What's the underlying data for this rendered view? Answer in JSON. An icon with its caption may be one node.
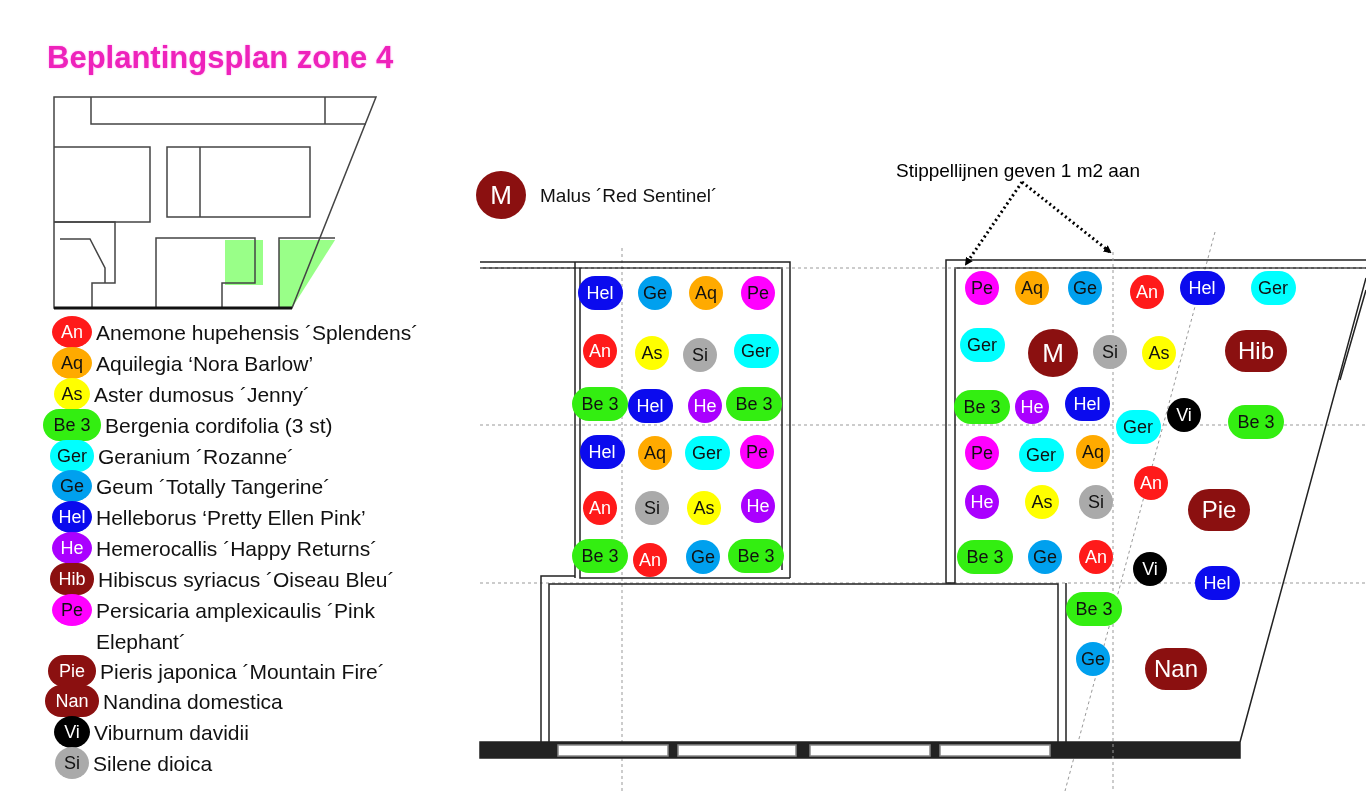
{
  "diagram": {
    "title": "Beplantingsplan zone 4",
    "nodes": [
      {
        "text": [
          "An"
        ],
        "beside": [
          "Anemone hupehensis ´Splendens´"
        ]
      },
      {
        "text": [
          "Aq"
        ],
        "beside": [
          "Aquilegia ‘Nora Barlow’"
        ]
      },
      {
        "text": [
          "As"
        ],
        "beside": [
          "Aster dumosus ´Jenny´"
        ]
      },
      {
        "text": [
          "Be 3"
        ],
        "beside": [
          "Bergenia cordifolia (3 st)"
        ]
      },
      {
        "text": [
          "Ger"
        ],
        "beside": [
          "Geranium ´Rozanne´"
        ]
      },
      {
        "text": [
          "Ge"
        ],
        "beside": [
          "Geum ´Totally Tangerine´"
        ]
      },
      {
        "text": [
          "Hel"
        ],
        "beside": [
          "Helleborus ‘Pretty Ellen Pink’"
        ]
      },
      {
        "text": [
          "He"
        ],
        "beside": [
          "Hemerocallis ´Happy Returns´"
        ]
      },
      {
        "text": [
          "Hib"
        ],
        "beside": [
          "Hibiscus syriacus ´Oiseau Bleu´"
        ]
      },
      {
        "text": [
          "Pe"
        ],
        "beside": [
          "Persicaria amplexicaulis ´Pink Elephant´"
        ]
      },
      {
        "text": [
          "Pie"
        ],
        "beside": [
          "Pieris japonica ´Mountain Fire´"
        ]
      },
      {
        "text": [
          "Nan"
        ],
        "beside": [
          "Nandina domestica"
        ]
      },
      {
        "text": [
          "Vi"
        ],
        "beside": [
          "Viburnum davidii"
        ]
      },
      {
        "text": [
          "Si"
        ],
        "beside": [
          "Silene dioica"
        ]
      },
      {
        "text": [
          "M"
        ],
        "beside": [
          "Malus ´Red Sentinel´"
        ]
      },
      {
        "text": [
          "Stippellijnen geven 1 m2 aan"
        ]
      },
      {
        "text": [
          "Hel"
        ]
      },
      {
        "text": [
          "Ge"
        ]
      },
      {
        "text": [
          "Aq"
        ]
      },
      {
        "text": [
          "Pe"
        ]
      },
      {
        "text": [
          "An"
        ]
      },
      {
        "text": [
          "As"
        ]
      },
      {
        "text": [
          "Si"
        ]
      },
      {
        "text": [
          "Ger"
        ]
      },
      {
        "text": [
          "Be 3"
        ]
      },
      {
        "text": [
          "Hel"
        ]
      },
      {
        "text": [
          "He"
        ]
      },
      {
        "text": [
          "Be 3"
        ]
      },
      {
        "text": [
          "Hel"
        ]
      },
      {
        "text": [
          "Aq"
        ]
      },
      {
        "text": [
          "Ger"
        ]
      },
      {
        "text": [
          "Pe"
        ]
      },
      {
        "text": [
          "An"
        ]
      },
      {
        "text": [
          "Si"
        ]
      },
      {
        "text": [
          "As"
        ]
      },
      {
        "text": [
          "He"
        ]
      },
      {
        "text": [
          "Be 3"
        ]
      },
      {
        "text": [
          "An"
        ]
      },
      {
        "text": [
          "Ge"
        ]
      },
      {
        "text": [
          "Be 3"
        ]
      },
      {
        "text": [
          "Pe"
        ]
      },
      {
        "text": [
          "Aq"
        ]
      },
      {
        "text": [
          "Ge"
        ]
      },
      {
        "text": [
          "An"
        ]
      },
      {
        "text": [
          "Hel"
        ]
      },
      {
        "text": [
          "Ger"
        ]
      },
      {
        "text": [
          "Ger"
        ]
      },
      {
        "text": [
          "M"
        ]
      },
      {
        "text": [
          "Si"
        ]
      },
      {
        "text": [
          "As"
        ]
      },
      {
        "text": [
          "Hib"
        ]
      },
      {
        "text": [
          "Be 3"
        ]
      },
      {
        "text": [
          "He"
        ]
      },
      {
        "text": [
          "Hel"
        ]
      },
      {
        "text": [
          "Ger"
        ]
      },
      {
        "text": [
          "Vi"
        ]
      },
      {
        "text": [
          "Be 3"
        ]
      },
      {
        "text": [
          "Pe"
        ]
      },
      {
        "text": [
          "Ger"
        ]
      },
      {
        "text": [
          "Aq"
        ]
      },
      {
        "text": [
          "An"
        ]
      },
      {
        "text": [
          "Pie"
        ]
      },
      {
        "text": [
          "He"
        ]
      },
      {
        "text": [
          "As"
        ]
      },
      {
        "text": [
          "Si"
        ]
      },
      {
        "text": [
          "Be 3"
        ]
      },
      {
        "text": [
          "Ge"
        ]
      },
      {
        "text": [
          "An"
        ]
      },
      {
        "text": [
          "Vi"
        ]
      },
      {
        "text": [
          "Hel"
        ]
      },
      {
        "text": [
          "Be 3"
        ]
      },
      {
        "text": [
          "Ge"
        ]
      },
      {
        "text": [
          "Nan"
        ]
      },
      {
        "text": [],
        "shape": "line"
      },
      {
        "text": [],
        "shape": "line"
      }
    ],
    "edges": [
      {
        "from": 15,
        "to": 73,
        "arrow": "to",
        "style": "dashed"
      },
      {
        "from": 15,
        "to": 74,
        "arrow": "to",
        "style": "dashed"
      }
    ]
  }
}
